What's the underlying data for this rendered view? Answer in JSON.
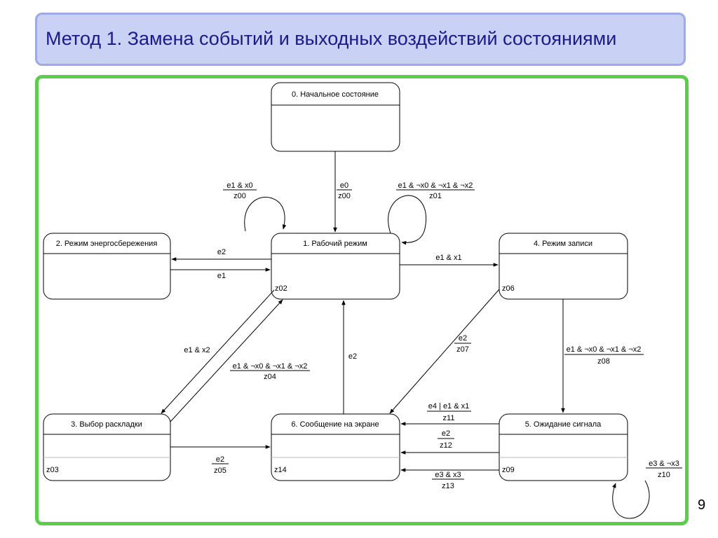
{
  "title": "Метод 1. Замена событий и выходных воздействий состояниями",
  "page_number": "9",
  "states": {
    "s0": {
      "name": "0. Начальное состояние",
      "action": ""
    },
    "s1": {
      "name": "1. Рабочий режим",
      "action": "z02"
    },
    "s2": {
      "name": "2. Режим энергосбережения",
      "action": ""
    },
    "s3": {
      "name": "3. Выбор раскладки",
      "action": "z03"
    },
    "s4": {
      "name": "4. Режим записи",
      "action": "z06"
    },
    "s5": {
      "name": "5. Ожидание сигнала",
      "action": "z09"
    },
    "s6": {
      "name": "6. Сообщение на экране",
      "action": "z14"
    }
  },
  "transitions": {
    "t_0_1": {
      "cond": "e0",
      "out": "z00"
    },
    "t_1_1": {
      "cond": "e1 & x0",
      "out": "z00"
    },
    "t_1_1b": {
      "cond": "e1 & ¬x0 & ¬x1 & ¬x2",
      "out": "z01"
    },
    "t_1_2": {
      "cond": "e2"
    },
    "t_2_1": {
      "cond": "e1"
    },
    "t_1_4": {
      "cond": "e1 & x1"
    },
    "t_1_3": {
      "cond": "e1 & x2"
    },
    "t_3_1": {
      "cond": "e1 & ¬x0 & ¬x1 & ¬x2",
      "out": "z04"
    },
    "t_6_1": {
      "cond": "e2"
    },
    "t_4_6": {
      "cond": "e2",
      "out": "z07"
    },
    "t_4_5": {
      "cond": "e1 & ¬x0 & ¬x1 & ¬x2",
      "out": "z08"
    },
    "t_3_6": {
      "cond": "e2",
      "out": "z05"
    },
    "t_5_6a": {
      "cond": "e4 | e1 & x1",
      "out": "z11"
    },
    "t_5_6b": {
      "cond": "e2",
      "out": "z12"
    },
    "t_5_6c": {
      "cond": "e3 & x3",
      "out": "z13"
    },
    "t_5_5": {
      "cond": "e3 & ¬x3",
      "out": "z10"
    }
  },
  "colors": {
    "title_bg": "#c9d1f5",
    "title_border": "#9ea9e8",
    "title_text": "#1a1a8c",
    "frame_border": "#5ccc4c"
  }
}
